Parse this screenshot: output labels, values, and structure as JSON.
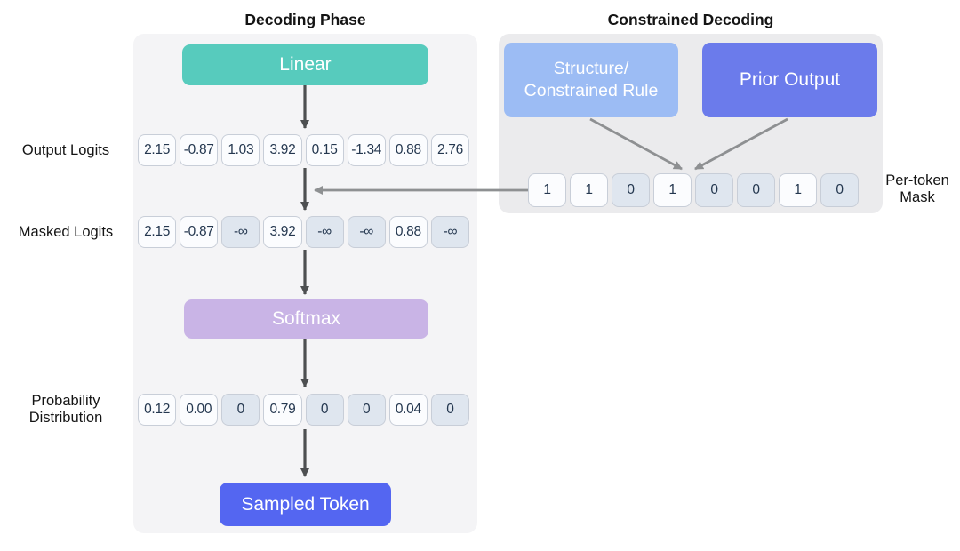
{
  "titles": {
    "left": "Decoding Phase",
    "right": "Constrained Decoding"
  },
  "blocks": {
    "linear": "Linear",
    "softmax": "Softmax",
    "sampled_token": "Sampled Token",
    "prior_output": "Prior Output",
    "structure_lines": [
      "Structure/",
      "Constrained Rule"
    ]
  },
  "rows": {
    "output_logits": {
      "label": "Output Logits",
      "cells": [
        {
          "text": "2.15",
          "masked": false
        },
        {
          "text": "-0.87",
          "masked": false
        },
        {
          "text": "1.03",
          "masked": false
        },
        {
          "text": "3.92",
          "masked": false
        },
        {
          "text": "0.15",
          "masked": false
        },
        {
          "text": "-1.34",
          "masked": false
        },
        {
          "text": "0.88",
          "masked": false
        },
        {
          "text": "2.76",
          "masked": false
        }
      ]
    },
    "masked_logits": {
      "label": "Masked Logits",
      "cells": [
        {
          "text": "2.15",
          "masked": false
        },
        {
          "text": "-0.87",
          "masked": false
        },
        {
          "text": "-∞",
          "masked": true
        },
        {
          "text": "3.92",
          "masked": false
        },
        {
          "text": "-∞",
          "masked": true
        },
        {
          "text": "-∞",
          "masked": true
        },
        {
          "text": "0.88",
          "masked": false
        },
        {
          "text": "-∞",
          "masked": true
        }
      ]
    },
    "probability": {
      "label": "Probability Distribution",
      "cells": [
        {
          "text": "0.12",
          "masked": false
        },
        {
          "text": "0.00",
          "masked": false
        },
        {
          "text": "0",
          "masked": true
        },
        {
          "text": "0.79",
          "masked": false
        },
        {
          "text": "0",
          "masked": true
        },
        {
          "text": "0",
          "masked": true
        },
        {
          "text": "0.04",
          "masked": false
        },
        {
          "text": "0",
          "masked": true
        }
      ]
    },
    "mask": {
      "label": "Per-token Mask",
      "cells": [
        {
          "text": "1",
          "masked": false
        },
        {
          "text": "1",
          "masked": false
        },
        {
          "text": "0",
          "masked": true
        },
        {
          "text": "1",
          "masked": false
        },
        {
          "text": "0",
          "masked": true
        },
        {
          "text": "0",
          "masked": true
        },
        {
          "text": "1",
          "masked": false
        },
        {
          "text": "0",
          "masked": true
        }
      ]
    }
  },
  "colors": {
    "teal": "#57CBBD",
    "lavender": "#C9B4E6",
    "indigo": "#5466F1",
    "prior_blue": "#6B7BEB",
    "light_blue": "#9CBCF4",
    "panel_left": "#F4F4F6",
    "panel_right": "#EBEBED",
    "cell_bg": "#FBFCFE",
    "cell_masked_bg": "#DFE6EF",
    "cell_border": "#C8CED8",
    "cell_text": "#24374F",
    "arrow_dark": "#4D4F51",
    "arrow_gray": "#8E9092",
    "text": "#141414"
  }
}
